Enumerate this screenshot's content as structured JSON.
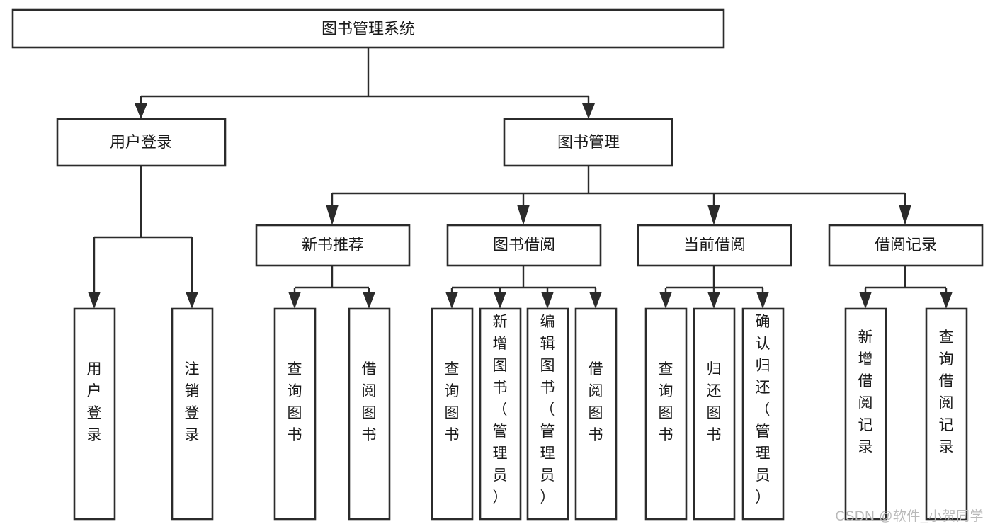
{
  "diagram": {
    "type": "tree-hierarchy",
    "title": "图书管理系统",
    "orientation": "top-down",
    "watermark": "CSDN @软件_小贺同学",
    "colors": {
      "box_fill": "#ffffff",
      "box_stroke": "#2b2b2b",
      "connector": "#2b2b2b",
      "text": "#1a1a1a",
      "watermark": "#b9b9b9",
      "background": "#ffffff"
    },
    "levels": [
      {
        "index": 0,
        "name": "root"
      },
      {
        "index": 1,
        "name": "modules"
      },
      {
        "index": 2,
        "name": "submodules"
      },
      {
        "index": 3,
        "name": "functions"
      }
    ],
    "nodes": {
      "root": {
        "id": "root",
        "label": "图书管理系统",
        "level": 0
      },
      "level1": [
        {
          "id": "user-login",
          "label": "用户登录",
          "level": 1
        },
        {
          "id": "book-manage",
          "label": "图书管理",
          "level": 1
        }
      ],
      "level2": [
        {
          "id": "new-book-rec",
          "label": "新书推荐",
          "level": 2,
          "parent": "book-manage"
        },
        {
          "id": "book-borrow",
          "label": "图书借阅",
          "level": 2,
          "parent": "book-manage"
        },
        {
          "id": "current-borrow",
          "label": "当前借阅",
          "level": 2,
          "parent": "book-manage"
        },
        {
          "id": "borrow-record",
          "label": "借阅记录",
          "level": 2,
          "parent": "book-manage"
        }
      ],
      "leaves": [
        {
          "id": "leaf-user-login",
          "label": "用户登录",
          "parent": "user-login"
        },
        {
          "id": "leaf-user-logout",
          "label": "注销登录",
          "parent": "user-login"
        },
        {
          "id": "leaf-query-book-1",
          "label": "查询图书",
          "parent": "new-book-rec"
        },
        {
          "id": "leaf-borrow-book-1",
          "label": "借阅图书",
          "parent": "new-book-rec"
        },
        {
          "id": "leaf-query-book-2",
          "label": "查询图书",
          "parent": "book-borrow"
        },
        {
          "id": "leaf-add-book",
          "label": "新增图书（管理员）",
          "parent": "book-borrow"
        },
        {
          "id": "leaf-edit-book",
          "label": "编辑图书（管理员）",
          "parent": "book-borrow"
        },
        {
          "id": "leaf-borrow-book-2",
          "label": "借阅图书",
          "parent": "book-borrow"
        },
        {
          "id": "leaf-query-book-3",
          "label": "查询图书",
          "parent": "current-borrow"
        },
        {
          "id": "leaf-return-book",
          "label": "归还图书",
          "parent": "current-borrow"
        },
        {
          "id": "leaf-confirm-return",
          "label": "确认归还（管理员）",
          "parent": "current-borrow"
        },
        {
          "id": "leaf-add-record",
          "label": "新增借阅记录",
          "parent": "borrow-record"
        },
        {
          "id": "leaf-query-record",
          "label": "查询借阅记录",
          "parent": "borrow-record"
        }
      ]
    }
  }
}
